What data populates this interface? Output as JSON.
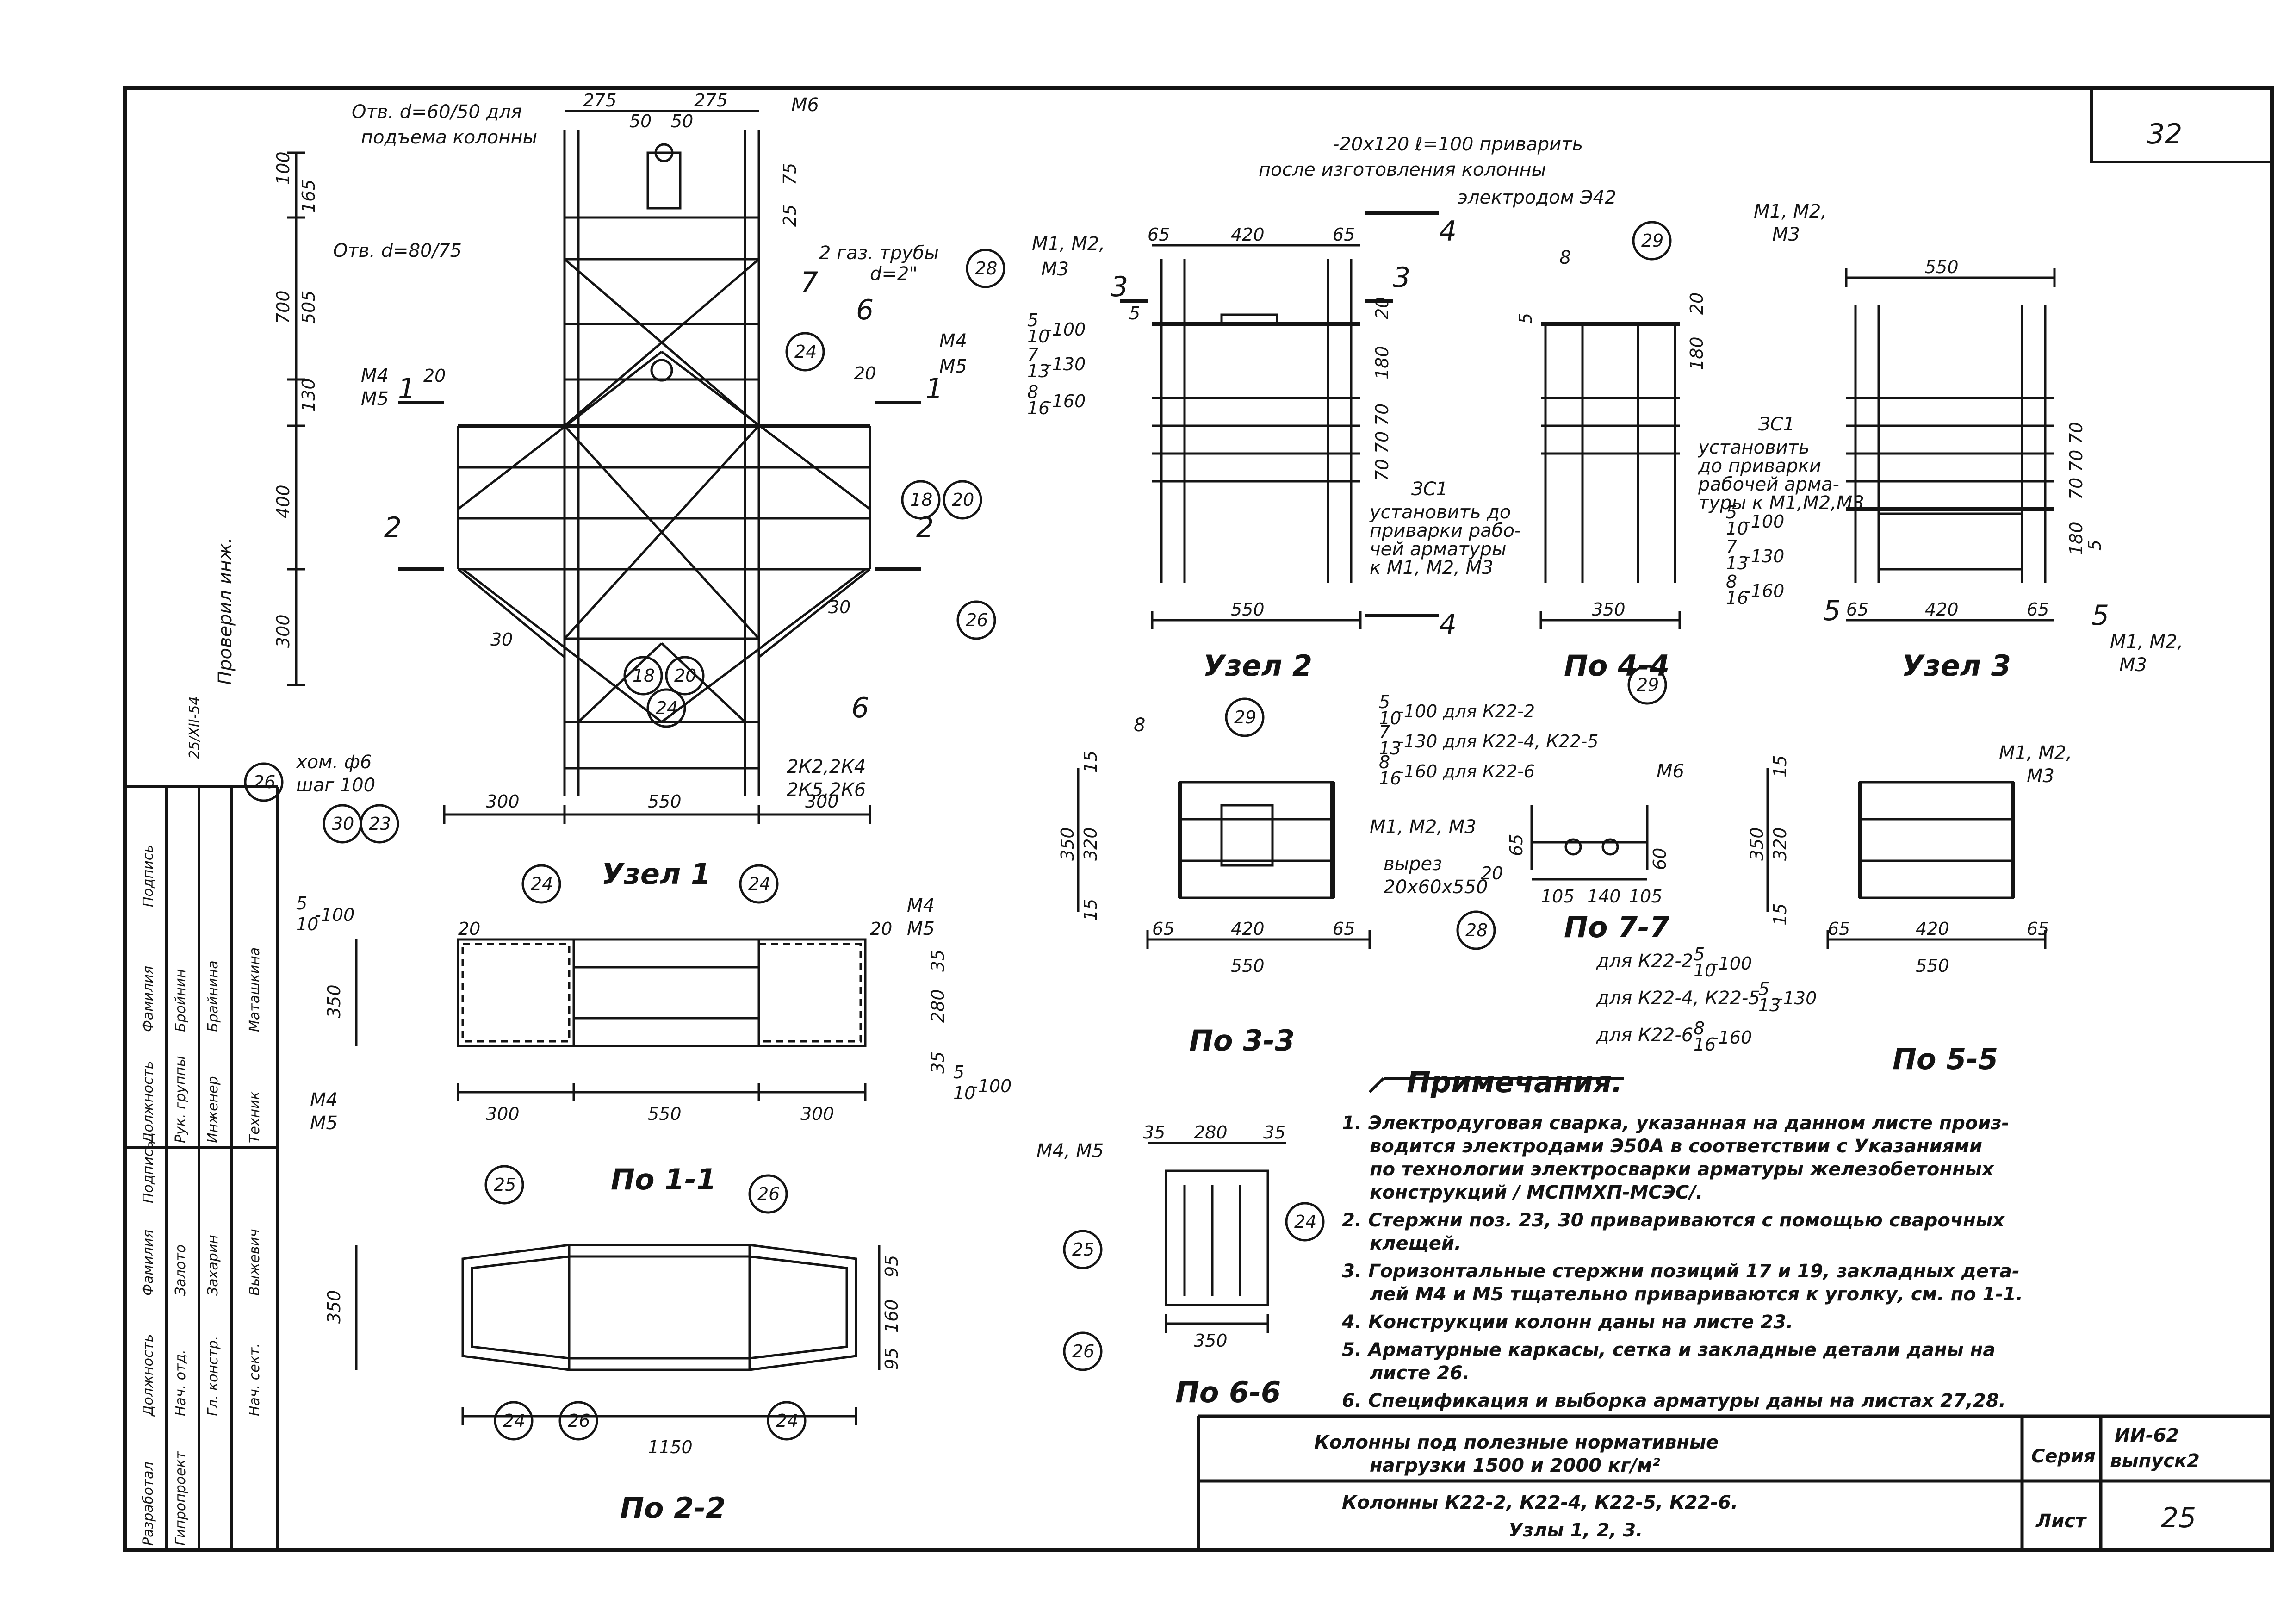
{
  "sheet_number": "32",
  "checked_by_vertical": "Проверил инж.",
  "checked_date": "25/XII-54",
  "views": {
    "node1": {
      "title": "Узел 1",
      "labels": [
        "Отв. d=60/50 для",
        "подъема колонны",
        "Отв. d=80/75",
        "2 газ. трубы",
        "d=2\"",
        "М6",
        "М4",
        "М5",
        "М4",
        "М5",
        "хом. ф6",
        "шаг 100",
        "2К2,2К4",
        "2К5,2К6"
      ],
      "dims": [
        "275",
        "275",
        "50",
        "50",
        "100",
        "165",
        "75",
        "25",
        "505",
        "700",
        "130",
        "20",
        "20",
        "400",
        "300",
        "30",
        "30",
        "300",
        "550",
        "300"
      ],
      "callouts": [
        "28",
        "24",
        "18",
        "20",
        "26",
        "18",
        "20",
        "24",
        "26",
        "30",
        "23"
      ],
      "section_marks": [
        "1",
        "1",
        "2",
        "2",
        "6",
        "6",
        "7"
      ]
    },
    "section11": {
      "title": "По 1-1",
      "labels": [
        "5",
        "10",
        "-100",
        "М4",
        "М5",
        "М4",
        "М5",
        "5",
        "10",
        "-100"
      ],
      "dims": [
        "20",
        "20",
        "350",
        "35",
        "280",
        "35",
        "300",
        "550",
        "300"
      ],
      "callouts": [
        "24",
        "24"
      ]
    },
    "section22": {
      "title": "По 2-2",
      "dims": [
        "350",
        "95",
        "160",
        "95",
        "1150"
      ],
      "callouts": [
        "25",
        "26",
        "24",
        "26",
        "24"
      ]
    },
    "node2": {
      "title": "Узел 2",
      "labels": [
        "-20х120 ℓ=100 приварить",
        "после изготовления колонны",
        "электродом Э42",
        "М1, М2,",
        "М3",
        "5",
        "10",
        "-100",
        "7",
        "13",
        "-130",
        "8",
        "16",
        "-160",
        "ЗС1",
        "установить до",
        "приварки рабо-",
        "чей арматуры",
        "к М1, М2, М3"
      ],
      "dims": [
        "65",
        "420",
        "65",
        "5",
        "20",
        "180",
        "70",
        "70",
        "70",
        "550"
      ],
      "callouts": [
        "29"
      ],
      "section_marks": [
        "3",
        "3",
        "4",
        "4"
      ]
    },
    "section44": {
      "title": "По 4-4",
      "labels": [
        "8",
        "М1, М2,",
        "М3"
      ],
      "dims": [
        "5",
        "20",
        "180",
        "350"
      ],
      "callouts": [
        "29"
      ]
    },
    "node3": {
      "title": "Узел 3",
      "labels": [
        "ЗС1",
        "установить",
        "до приварки",
        "рабочей арма-",
        "туры к М1,М2,М3",
        "5",
        "10",
        "-100",
        "7",
        "13",
        "-130",
        "8",
        "16",
        "-160",
        "М1, М2,",
        "М3"
      ],
      "dims": [
        "550",
        "70",
        "70",
        "70",
        "180",
        "5",
        "65",
        "420",
        "65"
      ],
      "section_marks": [
        "5",
        "5"
      ]
    },
    "section33": {
      "title": "По 3-3",
      "labels": [
        "8",
        "М1, М2, М3",
        "5",
        "10",
        "-100 для К22-2",
        "7",
        "13",
        "-130 для К22-4, К22-5",
        "8",
        "16",
        "-160 для К22-6"
      ],
      "dims": [
        "15",
        "320",
        "15",
        "350",
        "65",
        "420",
        "65",
        "550"
      ],
      "callouts": [
        "29"
      ]
    },
    "section77": {
      "title": "По 7-7",
      "labels": [
        "М6",
        "вырез",
        "20х60х550",
        "для К22-2",
        "5",
        "10",
        "-100",
        "для К22-4, К22-5",
        "5",
        "13",
        "-130",
        "для К22-6",
        "8",
        "16",
        "-160"
      ],
      "dims": [
        "65",
        "20",
        "60",
        "105",
        "140",
        "105"
      ],
      "callouts": [
        "28"
      ]
    },
    "section55": {
      "title": "По 5-5",
      "labels": [
        "М1, М2,",
        "М3"
      ],
      "dims": [
        "15",
        "320",
        "15",
        "350",
        "65",
        "420",
        "65",
        "550"
      ]
    },
    "section66": {
      "title": "По 6-6",
      "labels": [
        "М4, М5"
      ],
      "dims": [
        "35",
        "280",
        "35",
        "350"
      ],
      "callouts": [
        "24",
        "25",
        "26"
      ]
    }
  },
  "notes": {
    "heading": "Примечания.",
    "items": [
      "1.  Электродуговая сварка, указанная на данном листе произ-",
      "водится электродами Э50А в соответствии с Указаниями",
      "по технологии электросварки арматуры железобетонных",
      "конструкций / МСПМХП-МСЭС/.",
      "2.  Стержни поз. 23, 30 привариваются с помощью сварочных",
      "клещей.",
      "3.  Горизонтальные стержни позиций 17 и 19, закладных дета-",
      "лей М4 и М5 тщательно привариваются к уголку, см. по 1-1.",
      "4.  Конструкции колонн даны на листе 23.",
      "5.  Арматурные каркасы, сетка и закладные детали даны на",
      "листе 26.",
      "6.  Спецификация и выборка арматуры даны на листах 27,28."
    ]
  },
  "title_block": {
    "line1": "Колонны под полезные нормативные",
    "line2": "нагрузки 1500 и 2000 кг/м²",
    "line3": "Колонны К22-2, К22-4, К22-5, К22-6.",
    "line4": "Узлы 1, 2, 3.",
    "series_label": "Серия",
    "series_value1": "ИИ-62",
    "series_value2": "выпуск2",
    "sheet_label": "Лист",
    "sheet_value": "25"
  },
  "stamp": {
    "col1_header": "Разработал",
    "col2_header": "Гипропроект",
    "rows_top": [
      [
        "Должность",
        "Фамилия",
        "Подпись"
      ],
      [
        "Рук. группы",
        "Бройнин",
        ""
      ],
      [
        "Инженер",
        "Брайнина",
        ""
      ],
      [
        "Техник",
        "Маташкина",
        ""
      ]
    ],
    "rows_bottom": [
      [
        "Должность",
        "Фамилия",
        "Подпись"
      ],
      [
        "Нач. отд.",
        "Залото",
        ""
      ],
      [
        "Гл. констр.",
        "Захарин",
        ""
      ],
      [
        "Нач. сект.",
        "Выжевич",
        ""
      ]
    ]
  },
  "colors": {
    "ink": "#141414",
    "paper": "#ffffff"
  }
}
